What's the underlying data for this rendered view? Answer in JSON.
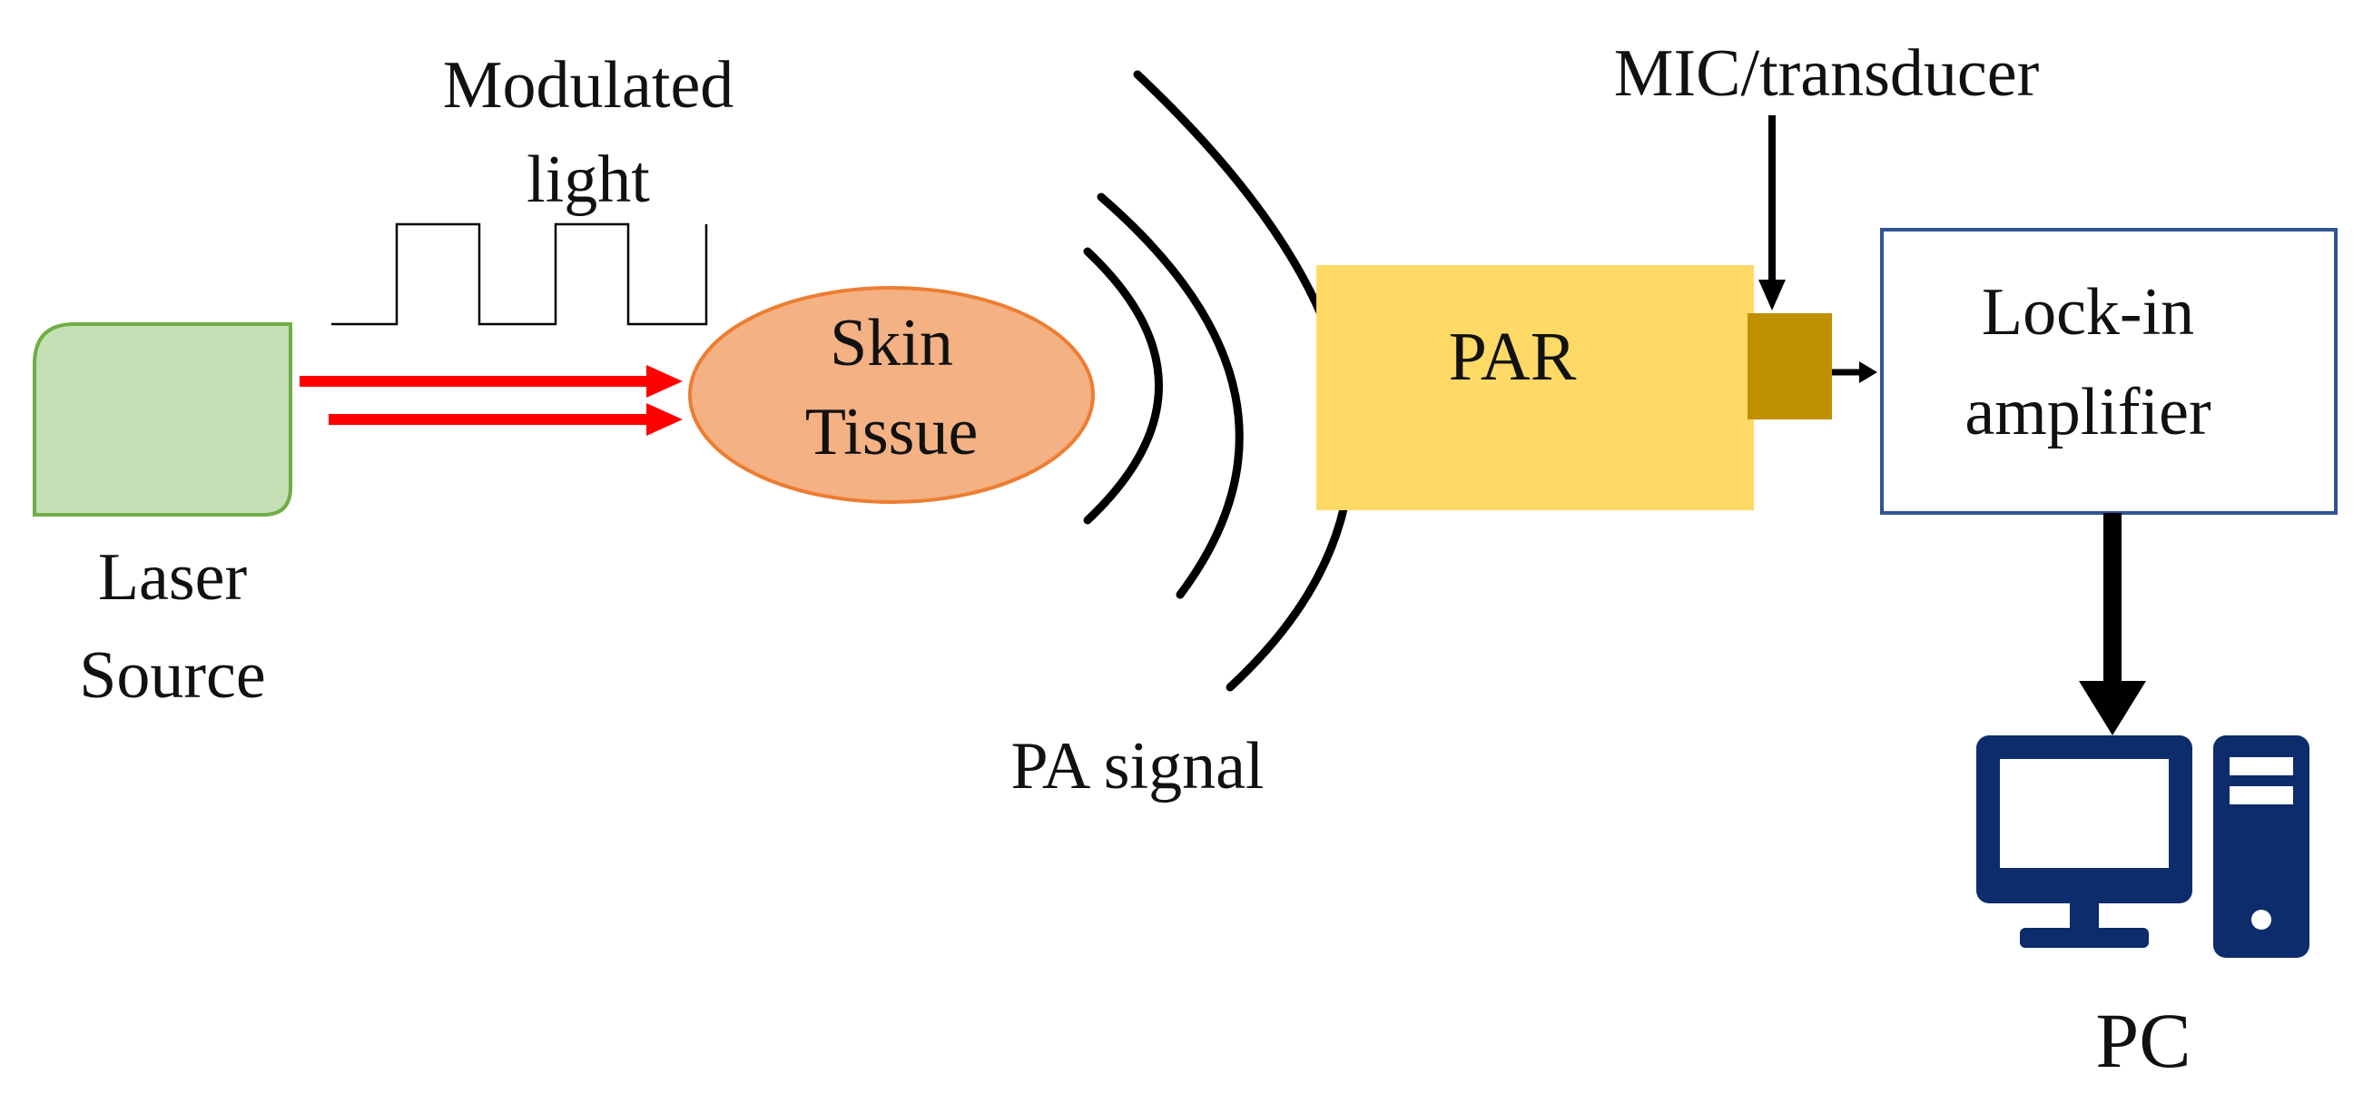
{
  "labels": {
    "modulated_light_line1": "Modulated",
    "modulated_light_line2": "light",
    "laser_source_line1": "Laser",
    "laser_source_line2": "Source",
    "skin_tissue_line1": "Skin",
    "skin_tissue_line2": "Tissue",
    "pa_signal": "PA signal",
    "par": "PAR",
    "mic_transducer": "MIC/transducer",
    "lockin_line1": "Lock-in",
    "lockin_line2": "amplifier",
    "pc": "PC"
  },
  "colors": {
    "laser_fill": "#c5e0b4",
    "laser_stroke": "#70ad47",
    "beam": "#ff0000",
    "tissue_fill": "#f4b183",
    "tissue_stroke": "#ed7d31",
    "par_fill": "#ffd966",
    "transducer_fill": "#bf9000",
    "lockin_stroke": "#2f5597",
    "pc_icon": "#0c2c6b",
    "line": "#000000"
  },
  "icons": {
    "pc": "desktop-computer-icon"
  }
}
